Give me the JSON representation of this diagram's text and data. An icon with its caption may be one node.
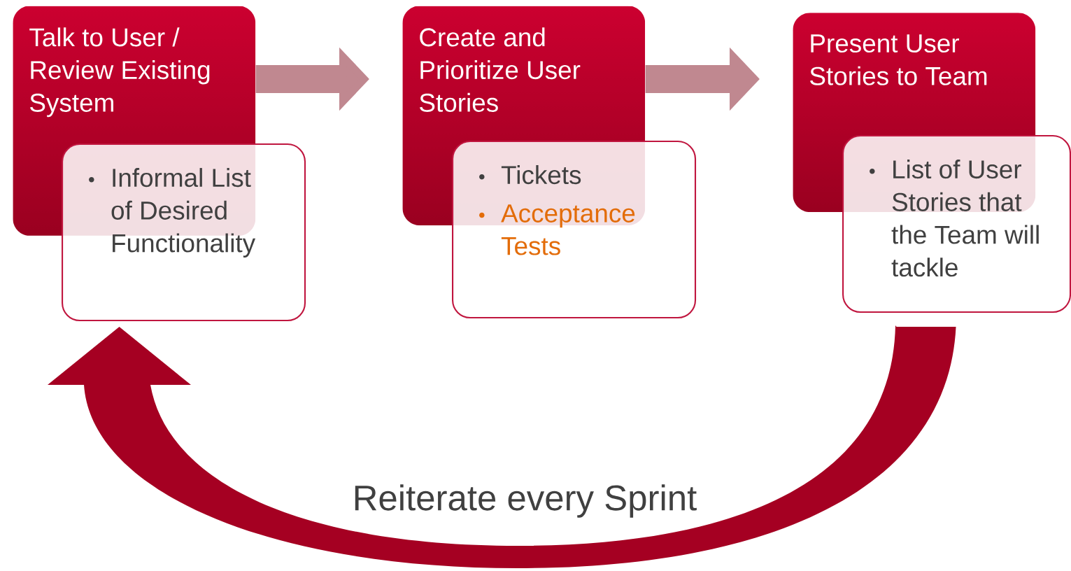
{
  "diagram": {
    "nodes": [
      {
        "text": [
          "Talk to User / Review Existing System"
        ]
      },
      {
        "text": [
          "Informal List of Desired Functionality"
        ]
      },
      {
        "text": [
          "Create and Prioritize User Stories"
        ]
      },
      {
        "text": [
          "Tickets",
          "Acceptance Tests"
        ]
      },
      {
        "text": [
          "Present User Stories to Team"
        ]
      },
      {
        "text": [
          "List of User Stories that the Team will tackle"
        ]
      }
    ],
    "edges": [
      {
        "from": 0,
        "to": 2,
        "arrow": "to"
      },
      {
        "from": 2,
        "to": 4,
        "arrow": "to"
      },
      {
        "from": 5,
        "to": 1,
        "arrow": "to",
        "label": "Reiterate every Sprint",
        "color": "#a50022"
      }
    ]
  }
}
